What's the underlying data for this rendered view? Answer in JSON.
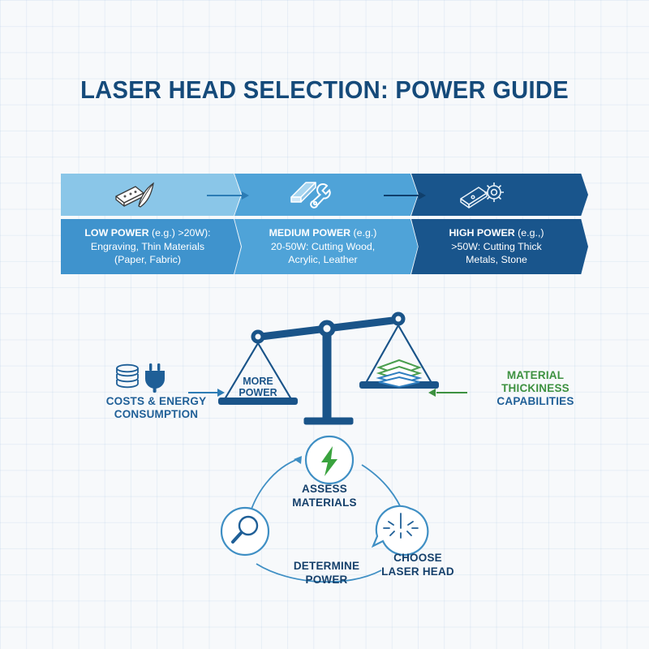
{
  "page": {
    "title": "LASER HEAD SELECTION: POWER GUIDE",
    "background_color": "#f7f9fb",
    "grid_color": "#78a5d2"
  },
  "banner": {
    "panels": [
      {
        "id": "low-power",
        "icon": "engraving-plate-feather-icon",
        "heading": "LOW POWER",
        "detail": "(e.g.) >20W):",
        "line2": "Engraving, Thin Materials",
        "line3": "(Paper, Fabric)",
        "color_top": "#8ac6e8",
        "color_bottom": "#3f93cd"
      },
      {
        "id": "medium-power",
        "icon": "wood-block-wrench-icon",
        "heading": "MEDIUM POWER",
        "detail": "(e.g.)",
        "line2": "20-50W: Cutting Wood,",
        "line3": "Acrylic, Leather",
        "color_top": "#4fa3d8",
        "color_bottom": "#4fa3d8"
      },
      {
        "id": "high-power",
        "icon": "metal-plate-gear-icon",
        "heading": "HIGH POWER",
        "detail": "(e.g.,)",
        "line2": ">50W: Cutting Thick",
        "line3": "Metals, Stone",
        "color_top": "#19558c",
        "color_bottom": "#19558c"
      }
    ],
    "separator_arrows": [
      "arrow-right-icon",
      "arrow-right-icon"
    ]
  },
  "balance": {
    "pan_left_label_line1": "MORE",
    "pan_left_label_line2": "POWER",
    "left_caption_line1": "COSTS & ENERGY",
    "left_caption_line2": "CONSUMPTION",
    "left_icons": [
      "coin-stack-icon",
      "power-plug-icon"
    ],
    "right_caption_green_line1": "MATERIAL",
    "right_caption_green_line2": "THICKINESS",
    "right_caption_blue_line1": "CAPABILITIES",
    "right_pan_icon": "material-sheets-stack-icon",
    "accent_blue": "#1f5f97",
    "accent_green": "#3d9140"
  },
  "cycle": {
    "nodes": [
      {
        "id": "assess",
        "icon": "lightning-bolt-icon",
        "label_line1": "ASSESS",
        "label_line2": "MATERIALS"
      },
      {
        "id": "choose",
        "icon": "laser-beam-icon",
        "label_line1": "CHOOSE",
        "label_line2": "LASER HEAD"
      },
      {
        "id": "determine",
        "icon": "magnifier-icon",
        "label_line1": "DETERMINE",
        "label_line2": "POWER"
      }
    ],
    "arrows": [
      "curved-arrow-icon",
      "curved-arrow-icon",
      "curved-arrow-icon"
    ]
  }
}
